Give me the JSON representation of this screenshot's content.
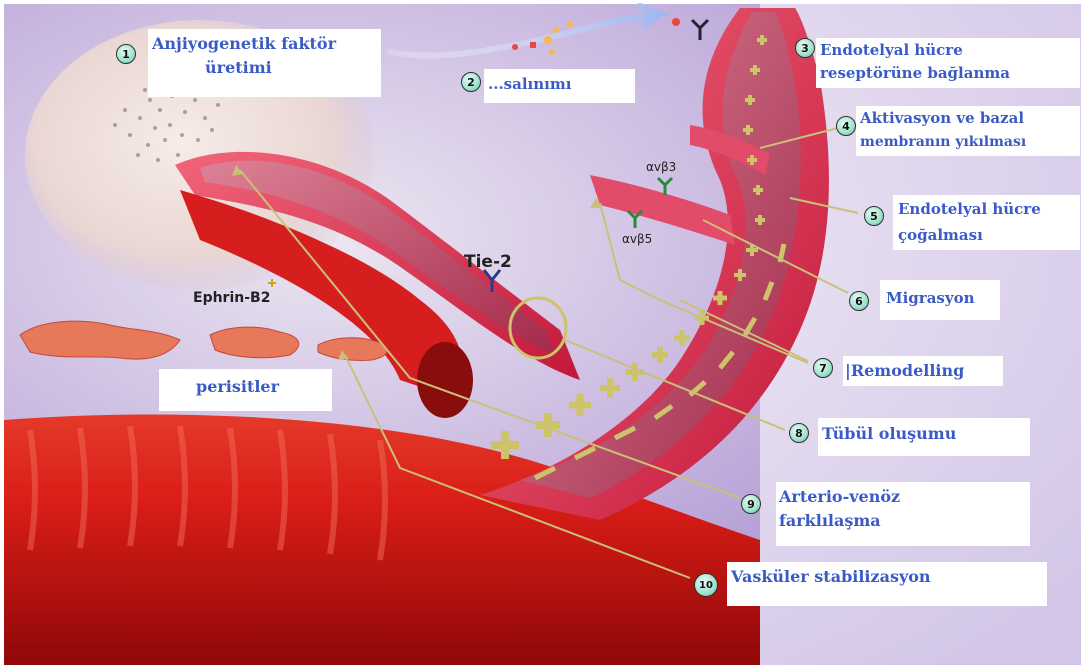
{
  "steps": [
    {
      "num": "1",
      "label": "Anjiyogenetik faktör",
      "label2": "üretimi"
    },
    {
      "num": "2",
      "label": "...salınımı"
    },
    {
      "num": "3",
      "label": "Endotelyal hücre",
      "label2": "reseptörüne bağlanma"
    },
    {
      "num": "4",
      "label": "Aktivasyon ve bazal",
      "label2": "membranın yıkılması"
    },
    {
      "num": "5",
      "label": "Endotelyal hücre",
      "label2": "çoğalması"
    },
    {
      "num": "6",
      "label": "Migrasyon"
    },
    {
      "num": "7",
      "label": "|Remodelling"
    },
    {
      "num": "8",
      "label": "Tübül oluşumu"
    },
    {
      "num": "9",
      "label": "Arterio-venöz",
      "label2": "farklılaşma"
    },
    {
      "num": "10",
      "label": "Vasküler stabilizasyon"
    }
  ],
  "pericytes_label": "perisitler",
  "molecules": {
    "tie2": "Tie-2",
    "ephrin": "Ephrin-B2",
    "integrin1": "αvβ3",
    "integrin2": "αvβ5"
  },
  "colors": {
    "label_text": "#3a5bc6",
    "vessel_red": "#d41c1c",
    "background_purple": "#b7a2d6"
  }
}
